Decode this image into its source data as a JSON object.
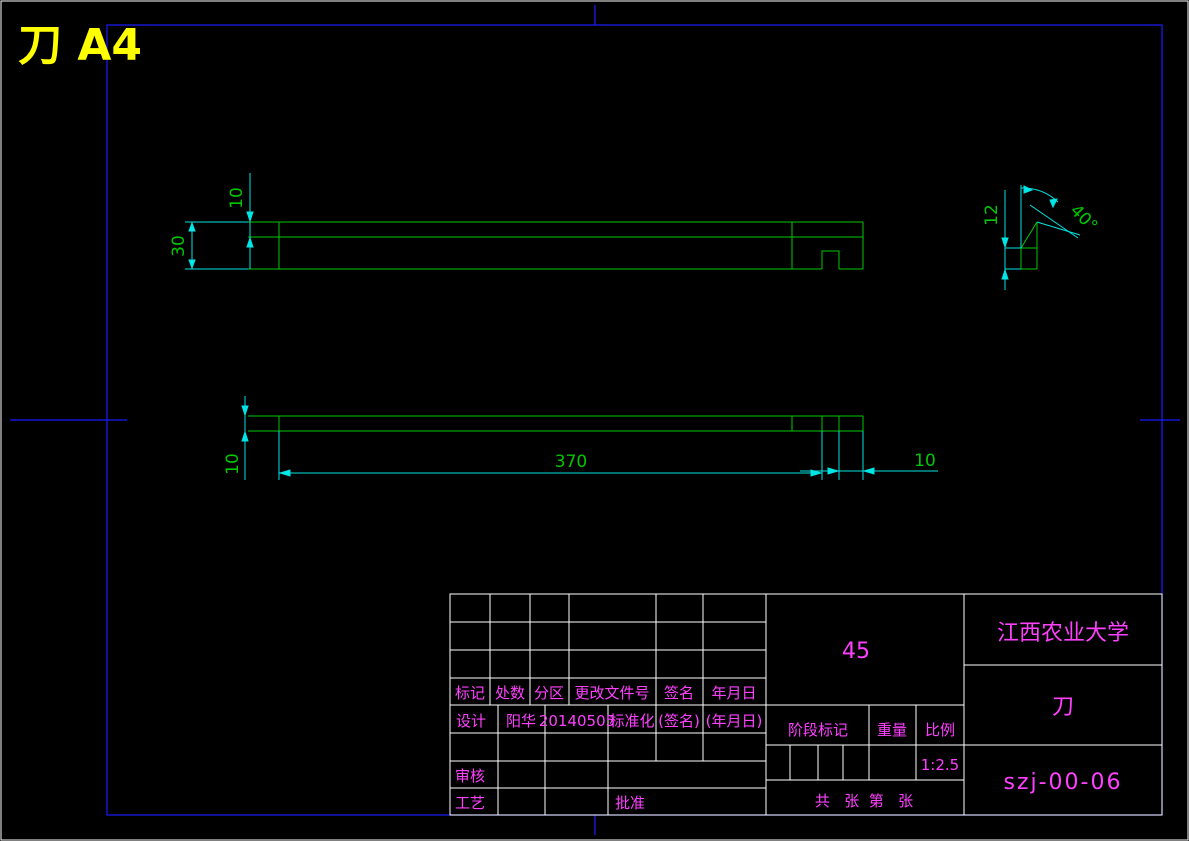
{
  "sheet": {
    "label": "刀 A4",
    "colors": {
      "background": "#000000",
      "frame": "#1a1aff",
      "geometry": "#00c800",
      "dimension": "#00e5e5",
      "text": "#ff40ff",
      "title": "#ffff00"
    }
  },
  "front_view": {
    "dim_top": "10",
    "dim_height": "30"
  },
  "top_view": {
    "dim_left": "10",
    "dim_length": "370",
    "dim_right": "10"
  },
  "side_view": {
    "dim_height": "12",
    "dim_angle": "40°"
  },
  "title_block": {
    "headers": [
      "标记",
      "处数",
      "分区",
      "更改文件号",
      "签名",
      "年月日"
    ],
    "row_design": [
      "设计",
      "阳华",
      "20140505",
      "标准化",
      "(签名)",
      "(年月日)"
    ],
    "review": "审核",
    "process": "工艺",
    "approve": "批准",
    "material": "45",
    "stage_mark": "阶段标记",
    "weight": "重量",
    "scale_label": "比例",
    "scale_value": "1:2.5",
    "sheets": "共   张  第   张",
    "school": "江西农业大学",
    "part_name": "刀",
    "drawing_no": "szj-00-06"
  }
}
